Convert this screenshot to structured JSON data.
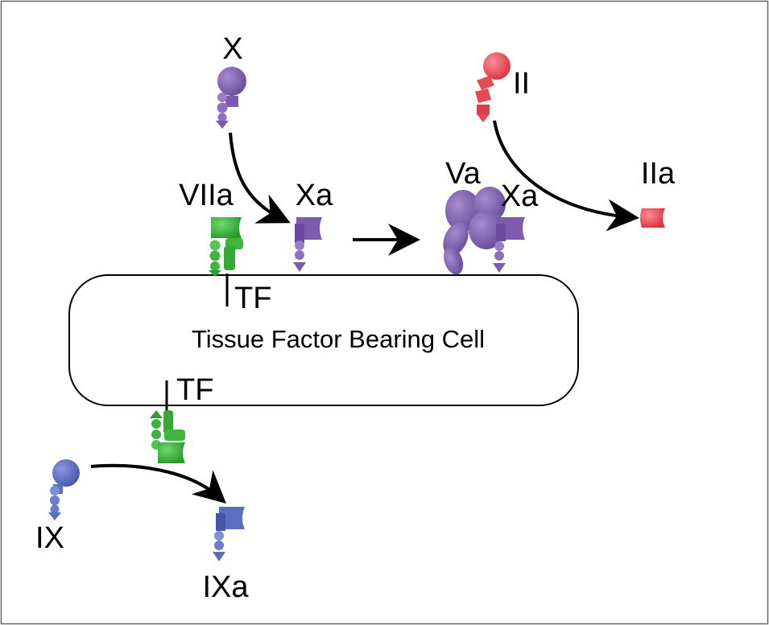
{
  "diagram": {
    "cell_label": "Tissue Factor Bearing Cell",
    "labels": {
      "X": "X",
      "Xa_top": "Xa",
      "VIIa": "VIIa",
      "Va": "Va",
      "Xa_complex": "Xa",
      "II": "II",
      "IIa": "IIa",
      "TF_top": "TF",
      "TF_bottom": "TF",
      "IX": "IX",
      "IXa": "IXa"
    },
    "colors": {
      "factor_x": "#7d5cae",
      "factor_ix": "#5b6fc0",
      "factor_ii": "#e34b55",
      "factor_viia": "#3fb53f",
      "arrow": "#000000",
      "cell_outline": "#000000"
    }
  }
}
